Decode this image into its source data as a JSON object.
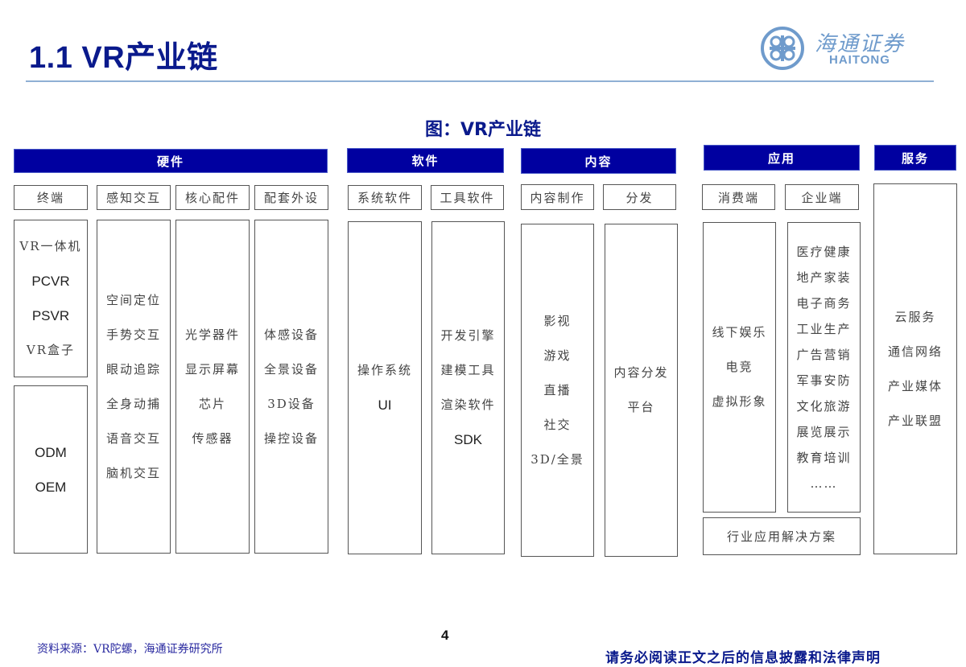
{
  "header": {
    "title": "1.1 VR产业链",
    "logo": {
      "cn": "海通证券",
      "en": "HAITONG",
      "color": "#6f9bcc"
    }
  },
  "figure": {
    "title": "图：VR产业链",
    "band_color": "#0000a0",
    "categories": [
      {
        "label": "硬件",
        "subcategories": [
          {
            "label": "终端",
            "items": [
              "VR一体机",
              "PCVR",
              "PSVR",
              "VR盒子"
            ],
            "extra_items": [
              "ODM",
              "OEM"
            ]
          },
          {
            "label": "感知交互",
            "items": [
              "空间定位",
              "手势交互",
              "眼动追踪",
              "全身动捕",
              "语音交互",
              "脑机交互"
            ]
          },
          {
            "label": "核心配件",
            "items": [
              "光学器件",
              "显示屏幕",
              "芯片",
              "传感器"
            ]
          },
          {
            "label": "配套外设",
            "items": [
              "体感设备",
              "全景设备",
              "3D设备",
              "操控设备"
            ]
          }
        ]
      },
      {
        "label": "软件",
        "subcategories": [
          {
            "label": "系统软件",
            "items": [
              "操作系统",
              "UI"
            ]
          },
          {
            "label": "工具软件",
            "items": [
              "开发引擎",
              "建模工具",
              "渲染软件",
              "SDK"
            ]
          }
        ]
      },
      {
        "label": "内容",
        "subcategories": [
          {
            "label": "内容制作",
            "items": [
              "影视",
              "游戏",
              "直播",
              "社交",
              "3D/全景"
            ]
          },
          {
            "label": "分发",
            "items": [
              "内容分发",
              "平台"
            ]
          }
        ]
      },
      {
        "label": "应用",
        "subcategories": [
          {
            "label": "消费端",
            "items": [
              "线下娱乐",
              "电竞",
              "虚拟形象"
            ]
          },
          {
            "label": "企业端",
            "items": [
              "医疗健康",
              "地产家装",
              "电子商务",
              "工业生产",
              "广告营销",
              "军事安防",
              "文化旅游",
              "展览展示",
              "教育培训",
              "……"
            ]
          }
        ],
        "footer": "行业应用解决方案"
      },
      {
        "label": "服务",
        "items": [
          "云服务",
          "通信网络",
          "产业媒体",
          "产业联盟"
        ]
      }
    ]
  },
  "footer": {
    "source": "资料来源：VR陀螺，海通证券研究所",
    "page_number": "4",
    "disclaimer": "请务必阅读正文之后的信息披露和法律声明"
  }
}
